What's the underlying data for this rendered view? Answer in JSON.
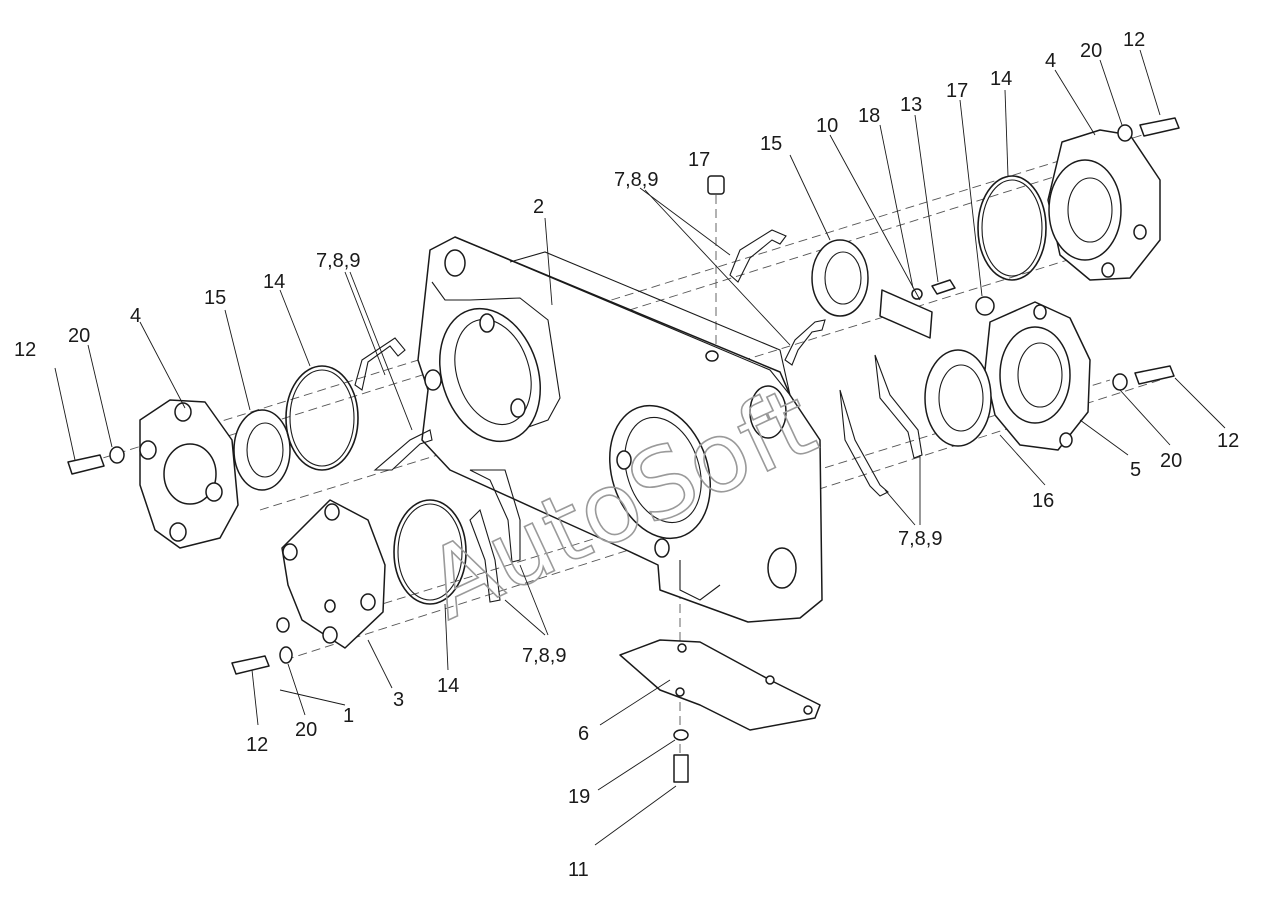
{
  "watermark": "AutoSoft",
  "callouts": {
    "c1": "1",
    "c2": "2",
    "c3": "3",
    "c4a": "4",
    "c4b": "4",
    "c5": "5",
    "c6": "6",
    "c789a": "7,8,9",
    "c789b": "7,8,9",
    "c789c": "7,8,9",
    "c789d": "7,8,9",
    "c10": "10",
    "c11": "11",
    "c12a": "12",
    "c12b": "12",
    "c12c": "12",
    "c12d": "12",
    "c13": "13",
    "c14a": "14",
    "c14b": "14",
    "c14c": "14",
    "c15a": "15",
    "c15b": "15",
    "c16": "16",
    "c17a": "17",
    "c17b": "17",
    "c18": "18",
    "c19": "19",
    "c20a": "20",
    "c20b": "20",
    "c20c": "20",
    "c20d": "20"
  }
}
